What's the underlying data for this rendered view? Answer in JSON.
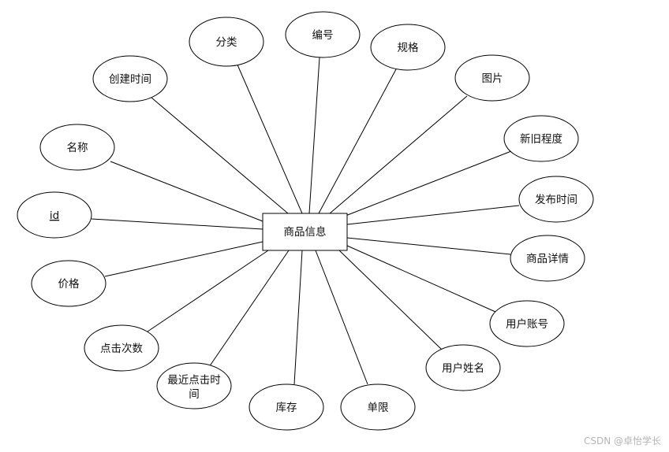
{
  "entity": {
    "label": "商品信息"
  },
  "attributes": [
    {
      "id": "fenlei",
      "label": "分类"
    },
    {
      "id": "bianhao",
      "label": "编号"
    },
    {
      "id": "guige",
      "label": "规格"
    },
    {
      "id": "tupian",
      "label": "图片"
    },
    {
      "id": "chuangjian",
      "label": "创建时间"
    },
    {
      "id": "xinjiu",
      "label": "新旧程度"
    },
    {
      "id": "mingcheng",
      "label": "名称"
    },
    {
      "id": "fabu",
      "label": "发布时间"
    },
    {
      "id": "id",
      "label": "id",
      "primary_key": true
    },
    {
      "id": "xiangqing",
      "label": "商品详情"
    },
    {
      "id": "jiage",
      "label": "价格"
    },
    {
      "id": "zhanghao",
      "label": "用户账号"
    },
    {
      "id": "dianji",
      "label": "点击次数"
    },
    {
      "id": "xingming",
      "label": "用户姓名"
    },
    {
      "id": "zuijin",
      "label": "最近点击时间",
      "lines": [
        "最近点击时",
        "间"
      ]
    },
    {
      "id": "kucun",
      "label": "库存"
    },
    {
      "id": "danxian",
      "label": "单限"
    }
  ],
  "watermark": "CSDN @卓怡学长",
  "colors": {
    "stroke": "#000000",
    "fill": "#ffffff",
    "text": "#111111"
  }
}
